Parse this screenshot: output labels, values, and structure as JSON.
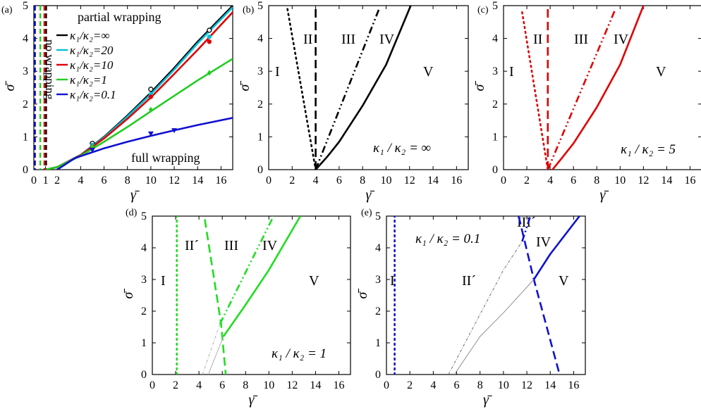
{
  "figure": {
    "panels": [
      {
        "id": "a",
        "label": "(a)",
        "xlim": [
          0,
          17
        ],
        "ylim": [
          0,
          5
        ],
        "xticks": [
          0,
          1,
          2,
          4,
          6,
          8,
          10,
          12,
          14,
          16
        ],
        "xtick_labels": [
          "0",
          "1",
          "2",
          "4",
          "6",
          "8",
          "10",
          "12",
          "14",
          "16"
        ],
        "yticks": [
          0,
          1,
          2,
          3,
          4,
          5
        ],
        "xlabel": "γ̄",
        "ylabel": "σ̄",
        "annotations": {
          "partial": "partial wrapping",
          "full": "full wrapping",
          "no": "no wrapping"
        },
        "legend": [
          {
            "label": "κ₁/κ₂=∞",
            "color": "#000000"
          },
          {
            "label": "κ₁/κ₂=20",
            "color": "#00c0d8"
          },
          {
            "label": "κ₁/κ₂=10",
            "color": "#e00000"
          },
          {
            "label": "κ₁/κ₂=1",
            "color": "#22cc22"
          },
          {
            "label": "κ₁/κ₂=0.1",
            "color": "#1010d0"
          }
        ]
      },
      {
        "id": "b",
        "label": "(b)",
        "ratio_text": "κ₁ / κ₂ = ∞",
        "color": "#000000",
        "xlim": [
          0,
          17
        ],
        "ylim": [
          0,
          5
        ],
        "xticks": [
          0,
          2,
          4,
          6,
          8,
          10,
          12,
          14,
          16
        ],
        "yticks": [
          0,
          1,
          2,
          3,
          4,
          5
        ],
        "xlabel": "γ̄",
        "ylabel": "σ̄",
        "regions": [
          "I",
          "II",
          "III",
          "IV",
          "V"
        ]
      },
      {
        "id": "c",
        "label": "(c)",
        "ratio_text": "κ₁ / κ₂ = 5",
        "color": "#e00000",
        "xlim": [
          0,
          17
        ],
        "ylim": [
          0,
          5
        ],
        "xticks": [
          0,
          2,
          4,
          6,
          8,
          10,
          12,
          14,
          16
        ],
        "yticks": [
          0,
          1,
          2,
          3,
          4,
          5
        ],
        "xlabel": "γ̄",
        "ylabel": "σ̄",
        "regions": [
          "I",
          "II",
          "III",
          "IV",
          "V"
        ]
      },
      {
        "id": "d",
        "label": "(d)",
        "ratio_text": "κ₁ / κ₂ = 1",
        "color": "#22dd22",
        "xlim": [
          0,
          17
        ],
        "ylim": [
          0,
          5
        ],
        "xticks": [
          0,
          2,
          4,
          6,
          8,
          10,
          12,
          14,
          16
        ],
        "yticks": [
          0,
          1,
          2,
          3,
          4,
          5
        ],
        "xlabel": "γ̄",
        "ylabel": "σ̄",
        "regions": [
          "I",
          "II´",
          "III",
          "IV",
          "V"
        ]
      },
      {
        "id": "e",
        "label": "(e)",
        "ratio_text": "κ₁ / κ₂ = 0.1",
        "color": "#1010d0",
        "xlim": [
          0,
          17
        ],
        "ylim": [
          0,
          5
        ],
        "xticks": [
          0,
          2,
          4,
          6,
          8,
          10,
          12,
          14,
          16
        ],
        "yticks": [
          0,
          1,
          2,
          3,
          4,
          5
        ],
        "xlabel": "γ̄",
        "ylabel": "σ̄",
        "regions": [
          "I",
          "II´",
          "III´",
          "IV",
          "V"
        ]
      }
    ]
  },
  "chart_data": [
    {
      "type": "line",
      "panel": "a",
      "xlim": [
        0,
        17
      ],
      "ylim": [
        0,
        5
      ],
      "xlabel": "γ̄",
      "ylabel": "σ̄",
      "series": [
        {
          "name": "κ₁/κ₂=∞",
          "color": "#000000",
          "style": "solid",
          "x": [
            1,
            2,
            4,
            6,
            8,
            10,
            12,
            14,
            17
          ],
          "y": [
            0,
            0.08,
            0.45,
            1.0,
            1.65,
            2.35,
            3.1,
            3.9,
            5.0
          ]
        },
        {
          "name": "κ₁/κ₂=20",
          "color": "#00c0d8",
          "style": "solid",
          "x": [
            1,
            2,
            4,
            6,
            8,
            10,
            12,
            14,
            17
          ],
          "y": [
            0,
            0.08,
            0.45,
            0.98,
            1.62,
            2.3,
            3.05,
            3.85,
            4.95
          ]
        },
        {
          "name": "κ₁/κ₂=10",
          "color": "#e00000",
          "style": "solid",
          "x": [
            1,
            2,
            4,
            6,
            8,
            10,
            12,
            14,
            17
          ],
          "y": [
            0,
            0.08,
            0.44,
            0.95,
            1.55,
            2.2,
            2.92,
            3.65,
            4.8
          ]
        },
        {
          "name": "κ₁/κ₂=1",
          "color": "#22cc22",
          "style": "solid",
          "x": [
            1,
            2,
            4,
            6,
            8,
            10,
            12,
            14,
            17
          ],
          "y": [
            0,
            0.08,
            0.42,
            0.85,
            1.3,
            1.78,
            2.25,
            2.72,
            3.38
          ]
        },
        {
          "name": "κ₁/κ₂=0.1",
          "color": "#1010d0",
          "style": "solid",
          "x": [
            2,
            3.5,
            6,
            8,
            10,
            12,
            14,
            17
          ],
          "y": [
            0,
            0.35,
            0.65,
            0.85,
            1.03,
            1.2,
            1.36,
            1.58
          ]
        }
      ],
      "markers": [
        {
          "color": "#000000",
          "shape": "circle-open",
          "points": [
            [
              5,
              0.8
            ],
            [
              10,
              2.45
            ],
            [
              15,
              4.25
            ]
          ]
        },
        {
          "color": "#00c0d8",
          "shape": "circle",
          "points": [
            [
              5,
              0.75
            ],
            [
              10,
              2.3
            ],
            [
              15,
              4.05
            ]
          ]
        },
        {
          "color": "#e00000",
          "shape": "circle",
          "points": [
            [
              5,
              0.7
            ],
            [
              10,
              2.22
            ],
            [
              15,
              3.9
            ]
          ]
        },
        {
          "color": "#22cc22",
          "shape": "diamond",
          "points": [
            [
              5,
              0.7
            ],
            [
              10,
              1.83
            ],
            [
              15,
              2.95
            ]
          ]
        },
        {
          "color": "#1010d0",
          "shape": "triangle-down",
          "points": [
            [
              5,
              0.6
            ],
            [
              10,
              1.1
            ],
            [
              12,
              1.2
            ]
          ]
        }
      ],
      "vlines": [
        {
          "x": 0.1,
          "color": "#1010d0",
          "style": "dashed"
        },
        {
          "x": 0.55,
          "color": "#22cc22",
          "style": "dashed"
        },
        {
          "x": 0.9,
          "color": "#e00000",
          "style": "dashed"
        },
        {
          "x": 1.05,
          "color": "#000000",
          "style": "dashed"
        }
      ]
    },
    {
      "type": "line",
      "panel": "b",
      "xlim": [
        0,
        17
      ],
      "ylim": [
        0,
        5
      ],
      "xlabel": "γ̄",
      "ylabel": "σ̄",
      "series": [
        {
          "style": "dotted",
          "color": "#000000",
          "x": [
            1.6,
            4
          ],
          "y": [
            4.9,
            0
          ]
        },
        {
          "style": "dashed",
          "color": "#000000",
          "x": [
            4,
            4
          ],
          "y": [
            0,
            5
          ]
        },
        {
          "style": "dashdotdot",
          "color": "#000000",
          "x": [
            4,
            9.4
          ],
          "y": [
            0,
            4.9
          ]
        },
        {
          "style": "solid",
          "color": "#000000",
          "x": [
            4,
            5,
            6,
            8,
            10,
            12.1
          ],
          "y": [
            0,
            0.4,
            0.85,
            1.95,
            3.2,
            5
          ]
        }
      ]
    },
    {
      "type": "line",
      "panel": "c",
      "xlim": [
        0,
        17
      ],
      "ylim": [
        0,
        5
      ],
      "xlabel": "γ̄",
      "ylabel": "σ̄",
      "series": [
        {
          "style": "dotted",
          "color": "#e00000",
          "x": [
            1.6,
            3.8
          ],
          "y": [
            4.8,
            0
          ]
        },
        {
          "style": "dashed",
          "color": "#e00000",
          "x": [
            3.8,
            3.8
          ],
          "y": [
            0,
            5
          ]
        },
        {
          "style": "dashdotdot",
          "color": "#e00000",
          "x": [
            3.8,
            9.6
          ],
          "y": [
            0,
            4.9
          ]
        },
        {
          "style": "solid",
          "color": "#e00000",
          "x": [
            4.2,
            5,
            6,
            8,
            10,
            12
          ],
          "y": [
            0,
            0.35,
            0.8,
            1.9,
            3.2,
            5
          ]
        }
      ]
    },
    {
      "type": "line",
      "panel": "d",
      "xlim": [
        0,
        17
      ],
      "ylim": [
        0,
        5
      ],
      "xlabel": "γ̄",
      "ylabel": "σ̄",
      "series": [
        {
          "style": "dotted",
          "color": "#22dd22",
          "x": [
            2.1,
            2.1
          ],
          "y": [
            0,
            5
          ]
        },
        {
          "style": "dashed",
          "color": "#22dd22",
          "x": [
            4.5,
            5.9,
            6.3
          ],
          "y": [
            4.9,
            1.6,
            0
          ]
        },
        {
          "style": "dashdotdot",
          "color": "#22dd22",
          "x": [
            5.8,
            10.4
          ],
          "y": [
            1.6,
            5
          ]
        },
        {
          "style": "solid",
          "color": "#22dd22",
          "x": [
            6.1,
            8,
            10,
            12.7
          ],
          "y": [
            1.2,
            2.2,
            3.3,
            5
          ]
        },
        {
          "style": "thin-dashdot",
          "color": "#b0b0b0",
          "x": [
            4.3,
            5.8
          ],
          "y": [
            0,
            1.6
          ]
        },
        {
          "style": "thin-solid",
          "color": "#b0b0b0",
          "x": [
            4.8,
            5.5,
            6.1
          ],
          "y": [
            0,
            0.65,
            1.2
          ]
        }
      ]
    },
    {
      "type": "line",
      "panel": "e",
      "xlim": [
        0,
        17
      ],
      "ylim": [
        0,
        5
      ],
      "xlabel": "γ̄",
      "ylabel": "σ̄",
      "series": [
        {
          "style": "dotted",
          "color": "#1010d0",
          "x": [
            0.7,
            0.7
          ],
          "y": [
            0,
            5
          ]
        },
        {
          "style": "dashed",
          "color": "#1010d0",
          "x": [
            11.3,
            12.6,
            14.8
          ],
          "y": [
            5,
            3.0,
            0
          ]
        },
        {
          "style": "dashdotdot",
          "color": "#1010d0",
          "x": [
            11.6,
            12.3
          ],
          "y": [
            4.2,
            5
          ]
        },
        {
          "style": "solid",
          "color": "#1010d0",
          "x": [
            12.6,
            14,
            16.5
          ],
          "y": [
            3.0,
            3.8,
            5
          ]
        },
        {
          "style": "thin-dashdot",
          "color": "#707070",
          "x": [
            5.3,
            8,
            10,
            11.6
          ],
          "y": [
            0,
            1.9,
            3.3,
            4.2
          ]
        },
        {
          "style": "thin-solid",
          "color": "#909090",
          "x": [
            5.8,
            8,
            10,
            12.6
          ],
          "y": [
            0,
            1.2,
            1.95,
            3.0
          ]
        }
      ]
    }
  ]
}
